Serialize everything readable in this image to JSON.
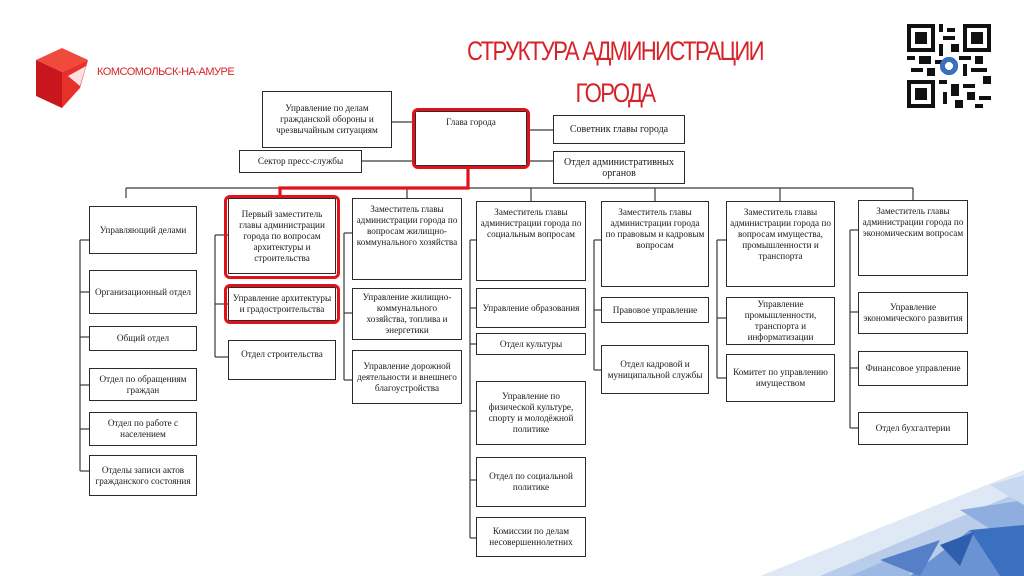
{
  "header": {
    "city_name": "КОМСОМОЛЬСК-НА-АМУРЕ",
    "title_line1": "СТРУКТУРА АДМИНИСТРАЦИИ",
    "title_line2": "ГОРОДА"
  },
  "colors": {
    "accent": "#d6232a",
    "highlight": "#e0131a",
    "box_border": "#2b2b2b",
    "deco_blue": "#3b6fc0"
  },
  "icons": {
    "logo": "city-logo-icon",
    "qr": "qr-code-icon"
  },
  "org": {
    "gochs": "Управление по делам гражданской обороны и чрезвычайным ситуациям",
    "head": "Глава города",
    "advisor": "Советник главы города",
    "press": "Сектор пресс-службы",
    "admin_organs": "Отдел административных органов",
    "col1": [
      "Управляющий делами",
      "Организационный отдел",
      "Общий отдел",
      "Отдел по обращениям граждан",
      "Отдел по работе с населением",
      "Отделы записи актов гражданского состояния"
    ],
    "col2": [
      "Первый заместитель главы администрации города по вопросам архитектуры и строительства",
      "Управление архитектуры и градостроительства",
      "Отдел строительства"
    ],
    "col3": [
      "Заместитель главы администрации города по вопросам жилищно-коммунального хозяйства",
      "Управление жилищно-коммунального хозяйства, топлива и энергетики",
      "Управление дорожной деятельности и внешнего благоустройства"
    ],
    "col4": [
      "Заместитель главы администрации города по социальным вопросам",
      "Управление образования",
      "Отдел культуры",
      "Управление по физической культуре, спорту и молодёжной политике",
      "Отдел по социальной политике",
      "Комиссии по делам несовершеннолетних"
    ],
    "col5": [
      "Заместитель главы администрации города по правовым и кадровым вопросам",
      "Правовое управление",
      "Отдел кадровой и муниципальной службы"
    ],
    "col6": [
      "Заместитель главы администрации города по вопросам имущества, промышленности и транспорта",
      "Управление промышленности, транспорта и информатизации",
      "Комитет по управлению имуществом"
    ],
    "col7": [
      "Заместитель главы администрации города по экономическим вопросам",
      "Управление экономического развития",
      "Финансовое управление",
      "Отдел бухгалтерии"
    ]
  }
}
